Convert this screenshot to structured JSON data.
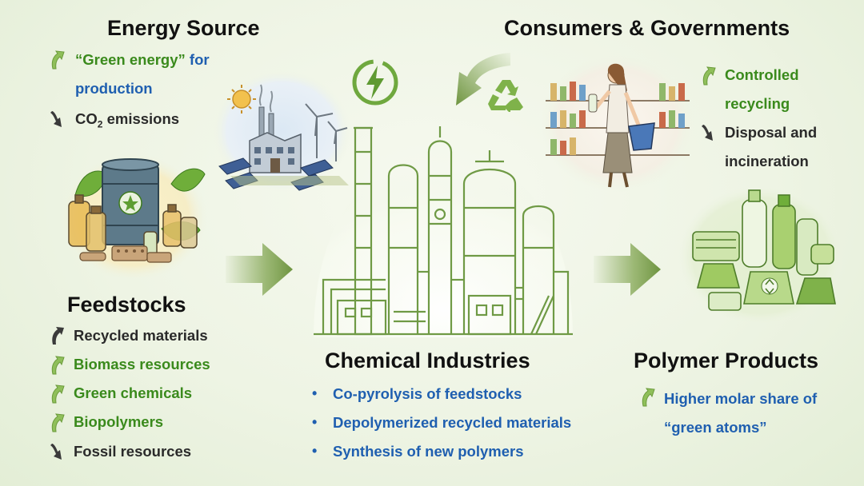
{
  "energy_source": {
    "title": "Energy Source",
    "items": [
      {
        "text1": "“Green energy” ",
        "text2": "for",
        "text3": "production",
        "direction": "up"
      },
      {
        "text_pre": "CO",
        "text_sub": "2",
        "text_post": " emissions",
        "direction": "down"
      }
    ]
  },
  "consumers": {
    "title": "Consumers & Governments",
    "items": [
      {
        "line1": "Controlled",
        "line2": "recycling",
        "direction": "up",
        "color": "green"
      },
      {
        "line1": "Disposal and",
        "line2": "incineration",
        "direction": "down",
        "color": "dark"
      }
    ]
  },
  "feedstocks": {
    "title": "Feedstocks",
    "items": [
      {
        "text": "Recycled materials",
        "direction": "up-dark",
        "color": "dark"
      },
      {
        "text": "Biomass resources",
        "direction": "up",
        "color": "green"
      },
      {
        "text": "Green chemicals",
        "direction": "up",
        "color": "green"
      },
      {
        "text": "Biopolymers",
        "direction": "up",
        "color": "green"
      },
      {
        "text": "Fossil resources",
        "direction": "down",
        "color": "dark"
      }
    ]
  },
  "chemical_industries": {
    "title": "Chemical Industries",
    "bullet_symbol": "•",
    "bullets": [
      "Co-pyrolysis of feedstocks",
      "Depolymerized recycled materials",
      "Synthesis of new polymers"
    ]
  },
  "polymer_products": {
    "title": "Polymer Products",
    "line1": "Higher molar share of",
    "line2": "“green atoms”"
  },
  "colors": {
    "green_text": "#3a8a1c",
    "blue_text": "#1f5fb0",
    "arrow_green": "#7fa34e",
    "line_art": "#6f9a45"
  }
}
